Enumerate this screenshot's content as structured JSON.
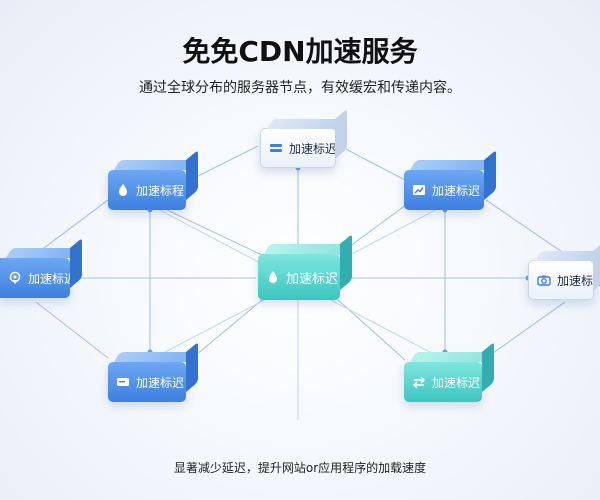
{
  "header": {
    "title": "免免CDN加速服务",
    "subtitle": "通过全球分布的服务器节点，有效缓宏和传递内容。"
  },
  "footer": {
    "text": "显著减少延迟，提升网站or应用程序的加载速度"
  },
  "nodes": {
    "top": {
      "label": "加速标迟",
      "icon": "server-rack-icon"
    },
    "upper_left": {
      "label": "加速标程",
      "icon": "droplet-icon"
    },
    "upper_right": {
      "label": "加速标迟",
      "icon": "chart-line-icon"
    },
    "left": {
      "label": "加速标迟",
      "icon": "location-pin-icon"
    },
    "center": {
      "label": "加速标迟",
      "icon": "droplet-icon"
    },
    "right": {
      "label": "加速标迟",
      "icon": "camera-icon"
    },
    "lower_left": {
      "label": "加速标迟",
      "icon": "card-icon"
    },
    "lower_right": {
      "label": "加速标迟",
      "icon": "swap-icon"
    }
  },
  "colors": {
    "blue_node": "#3d7fe0",
    "teal_node": "#3cc5c0",
    "white_node": "#ffffff",
    "connector": "#9fbbe0"
  }
}
